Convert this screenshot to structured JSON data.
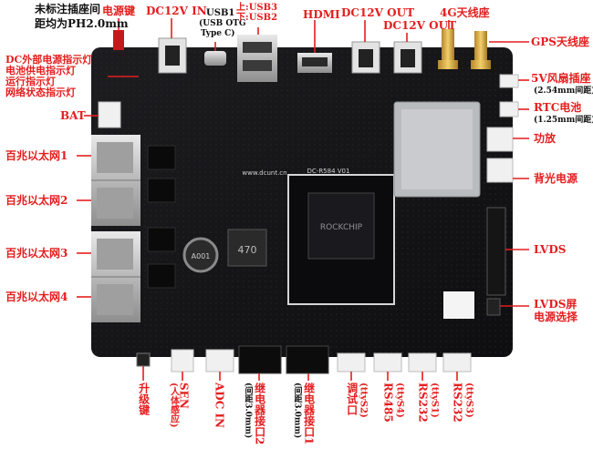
{
  "labels": {
    "unlabeled_pitch_1": "未标注插座间",
    "unlabeled_pitch_2": "距均为PH2.0mm",
    "power_key": "电源键",
    "dc_in": "DC12V IN",
    "usb1": "USB1",
    "usb1_sub1": "(USB OTG",
    "usb1_sub2": "Type C)",
    "usb_up": "上:USB3",
    "usb_down": "下:USB2",
    "hdmi": "HDMI",
    "dc_out1": "DC12V OUT",
    "dc_out2": "DC12V OUT",
    "ant_4g": "4G天线座",
    "gps": "GPS天线座",
    "led_1": "DC外部电源指示灯",
    "led_2": "电池供电指示灯",
    "led_3": "运行指示灯",
    "led_4": "网络状态指示灯",
    "fan": "5V风扇插座",
    "fan_pitch": "(2.54mm间距)",
    "bat": "BAT",
    "rtc": "RTC电池",
    "rtc_pitch": "(1.25mm间距)",
    "amp": "功放",
    "backlight": "背光电源",
    "eth1": "百兆以太网1",
    "eth2": "百兆以太网2",
    "eth3": "百兆以太网3",
    "eth4": "百兆以太网4",
    "lvds": "LVDS",
    "lvds_sel_1": "LVDS屏",
    "lvds_sel_2": "电源选择",
    "upgrade": "升级键",
    "sen": "SEN",
    "sen_sub": "(人体感应)",
    "adc": "ADC IN",
    "relay2": "继电器接口2",
    "relay2_pitch": "(间距3.0mm)",
    "relay1": "继电器接口1",
    "relay1_pitch": "(间距3.0mm)",
    "debug": "调试口",
    "debug_sub": "(ttyS2)",
    "rs485": "RS485",
    "rs485_sub": "(ttyS4)",
    "rs232a": "RS232",
    "rs232a_sub": "(ttyS1)",
    "rs232b": "RS232",
    "rs232b_sub": "(ttyS3)"
  },
  "board": {
    "model": "DC-R584 V01",
    "web": "www.dcunt.cn",
    "core": "ROCKCHIP",
    "inductor": "470",
    "cap": "A001"
  },
  "colors": {
    "board": "#141416",
    "callout": "#e41e1e",
    "text_dark": "#111111"
  }
}
